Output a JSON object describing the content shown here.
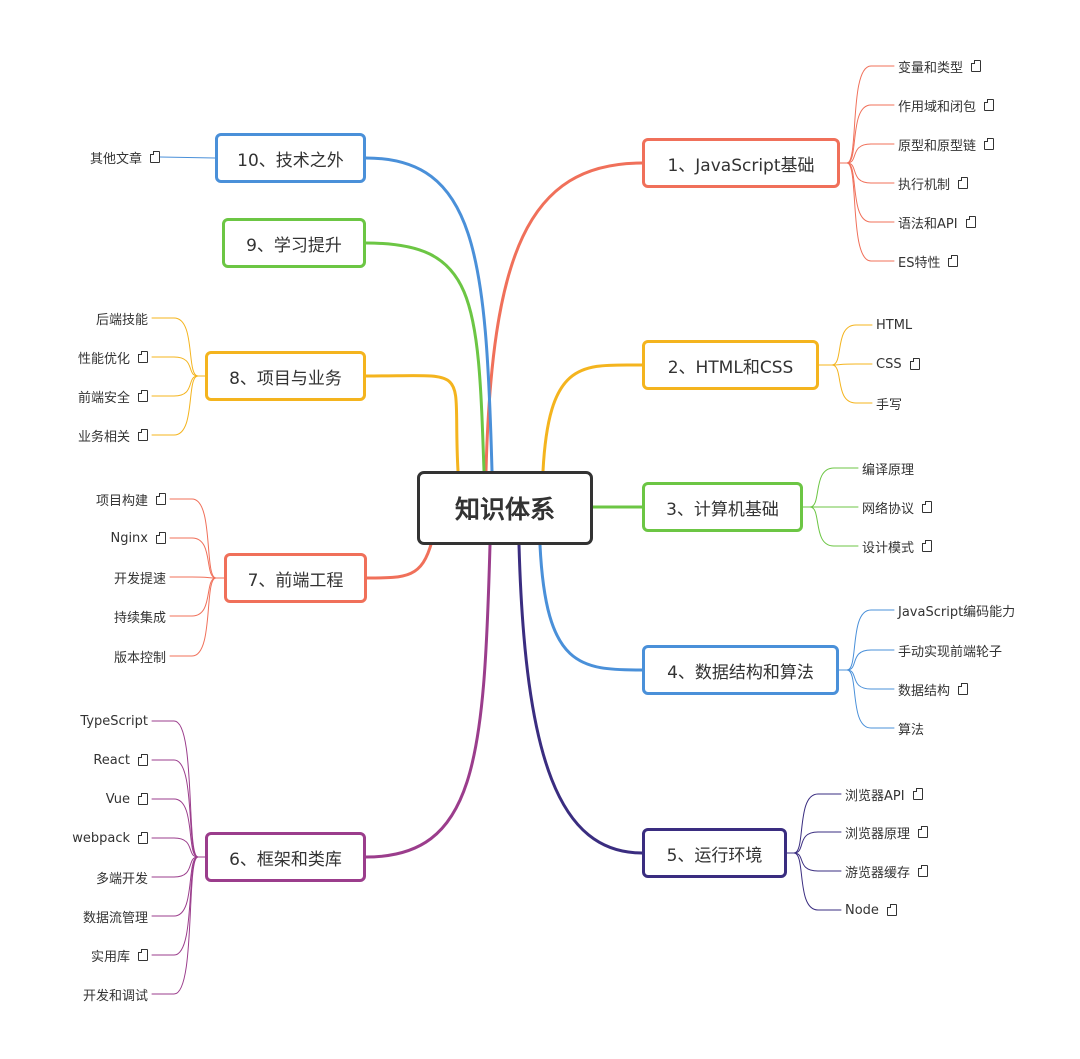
{
  "root": {
    "label": "知识体系"
  },
  "branches": [
    {
      "id": "b1",
      "label": "1、JavaScript基础",
      "color": "#f0705a",
      "children": [
        {
          "label": "变量和类型",
          "note": true
        },
        {
          "label": "作用域和闭包",
          "note": true
        },
        {
          "label": "原型和原型链",
          "note": true
        },
        {
          "label": "执行机制",
          "note": true
        },
        {
          "label": "语法和API",
          "note": true
        },
        {
          "label": "ES特性",
          "note": true
        }
      ]
    },
    {
      "id": "b2",
      "label": "2、HTML和CSS",
      "color": "#f4b41e",
      "children": [
        {
          "label": "HTML",
          "note": false
        },
        {
          "label": "CSS",
          "note": true
        },
        {
          "label": "手写",
          "note": false
        }
      ]
    },
    {
      "id": "b3",
      "label": "3、计算机基础",
      "color": "#6cc644",
      "children": [
        {
          "label": "编译原理",
          "note": false
        },
        {
          "label": "网络协议",
          "note": true
        },
        {
          "label": "设计模式",
          "note": true
        }
      ]
    },
    {
      "id": "b4",
      "label": "4、数据结构和算法",
      "color": "#4a90d9",
      "children": [
        {
          "label": "JavaScript编码能力",
          "note": false
        },
        {
          "label": "手动实现前端轮子",
          "note": false
        },
        {
          "label": "数据结构",
          "note": true
        },
        {
          "label": "算法",
          "note": false
        }
      ]
    },
    {
      "id": "b5",
      "label": "5、运行环境",
      "color": "#3a2d80",
      "children": [
        {
          "label": "浏览器API",
          "note": true
        },
        {
          "label": "浏览器原理",
          "note": true
        },
        {
          "label": "游览器缓存",
          "note": true
        },
        {
          "label": "Node",
          "note": true
        }
      ]
    },
    {
      "id": "b6",
      "label": "6、框架和类库",
      "color": "#9b3d8c",
      "children": [
        {
          "label": "TypeScript",
          "note": false
        },
        {
          "label": "React",
          "note": true
        },
        {
          "label": "Vue",
          "note": true
        },
        {
          "label": "webpack",
          "note": true
        },
        {
          "label": "多端开发",
          "note": false
        },
        {
          "label": "数据流管理",
          "note": false
        },
        {
          "label": "实用库",
          "note": true
        },
        {
          "label": "开发和调试",
          "note": false
        }
      ]
    },
    {
      "id": "b7",
      "label": "7、前端工程",
      "color": "#f0705a",
      "children": [
        {
          "label": "项目构建",
          "note": true
        },
        {
          "label": "Nginx",
          "note": true
        },
        {
          "label": "开发提速",
          "note": false
        },
        {
          "label": "持续集成",
          "note": false
        },
        {
          "label": "版本控制",
          "note": false
        }
      ]
    },
    {
      "id": "b8",
      "label": "8、项目与业务",
      "color": "#f4b41e",
      "children": [
        {
          "label": "后端技能",
          "note": false
        },
        {
          "label": "性能优化",
          "note": true
        },
        {
          "label": "前端安全",
          "note": true
        },
        {
          "label": "业务相关",
          "note": true
        }
      ]
    },
    {
      "id": "b9",
      "label": "9、学习提升",
      "color": "#6cc644",
      "children": []
    },
    {
      "id": "b10",
      "label": "10、技术之外",
      "color": "#4a90d9",
      "children": [
        {
          "label": "其他文章",
          "note": true
        }
      ]
    }
  ]
}
